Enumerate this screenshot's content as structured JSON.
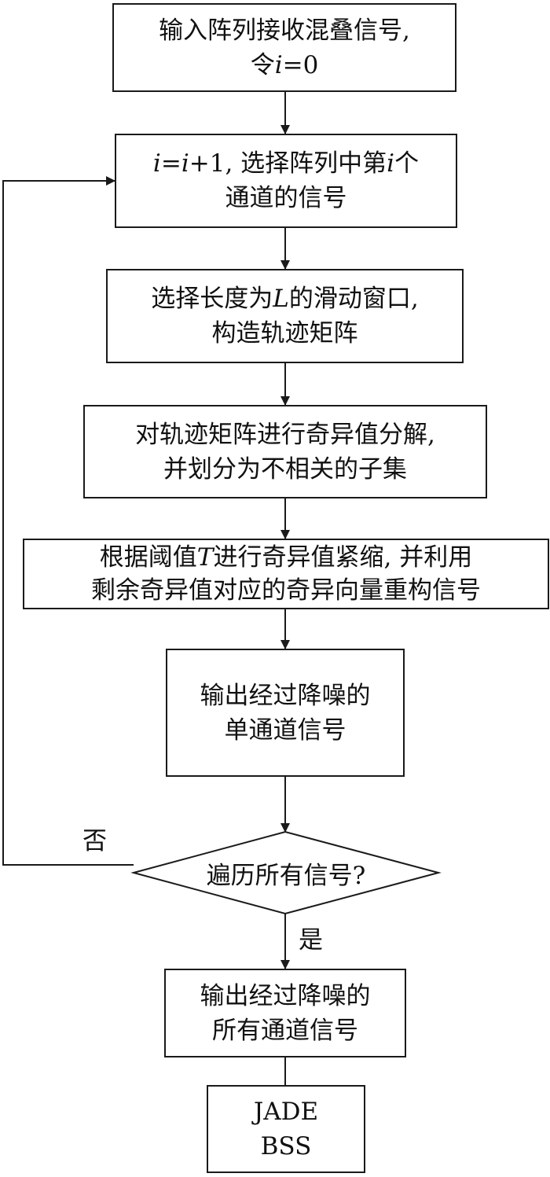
{
  "flowchart": {
    "steps": [
      {
        "id": "input",
        "line1": "输入阵列接收混叠信号,",
        "line2_pre": "令",
        "line2_var": "i",
        "line2_post": "=0"
      },
      {
        "id": "select-channel",
        "line1_var1": "i",
        "line1_eq": "=",
        "line1_var2": "i",
        "line1_mid": "+1, 选择阵列中第",
        "line1_var3": "i",
        "line1_post": "个",
        "line2": "通道的信号"
      },
      {
        "id": "sliding-window",
        "line1_pre": "选择长度为",
        "line1_var": "L",
        "line1_post": "的滑动窗口,",
        "line2": "构造轨迹矩阵"
      },
      {
        "id": "svd",
        "line1": "对轨迹矩阵进行奇异值分解,",
        "line2": "并划分为不相关的子集"
      },
      {
        "id": "shrink",
        "line1_pre": "根据阈值",
        "line1_var": "T",
        "line1_post": "进行奇异值紧缩, 并利用",
        "line2": "剩余奇异值对应的奇异向量重构信号"
      },
      {
        "id": "output-single",
        "line1": "输出经过降噪的",
        "line2": "单通道信号"
      },
      {
        "id": "output-all",
        "line1": "输出经过降噪的",
        "line2": "所有通道信号"
      },
      {
        "id": "jade",
        "line1": "JADE",
        "line2": "BSS"
      }
    ],
    "decision": {
      "text": "遍历所有信号?",
      "no_label": "否",
      "yes_label": "是"
    }
  }
}
